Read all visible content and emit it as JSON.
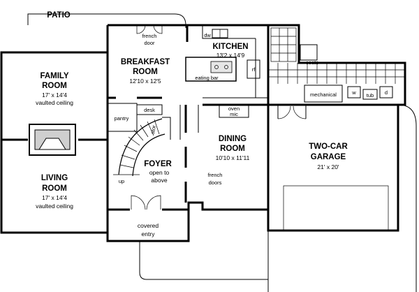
{
  "exterior": {
    "patio": "PATIO",
    "covered_entry": [
      "covered",
      "entry"
    ]
  },
  "rooms": {
    "family": {
      "name": [
        "FAMILY",
        "ROOM"
      ],
      "dims": "17' x 14'4",
      "note": "vaulted ceiling"
    },
    "living": {
      "name": [
        "LIVING",
        "ROOM"
      ],
      "dims": "17' x 14'4",
      "note": "vaulted ceiling"
    },
    "breakfast": {
      "name": [
        "BREAKFAST",
        "ROOM"
      ],
      "dims": "12'10 x 12'5"
    },
    "kitchen": {
      "name": "KITCHEN",
      "dims": "13'2 x 14'9"
    },
    "dining": {
      "name": [
        "DINING",
        "ROOM"
      ],
      "dims": "10'10 x 11'11"
    },
    "foyer": {
      "name": "FOYER",
      "note": [
        "open to",
        "above"
      ]
    },
    "garage": {
      "name": [
        "TWO-CAR",
        "GARAGE"
      ],
      "dims": "21' x 20'"
    }
  },
  "labels": {
    "french_door": [
      "french",
      "door"
    ],
    "french_doors": [
      "french",
      "doors"
    ],
    "pantry": "pantry",
    "desk": "desk",
    "stor": "stor",
    "up": "up",
    "oven_mic": [
      "oven",
      "mic"
    ],
    "eating_bar": "eating bar",
    "dw": "dw",
    "coats": "coats",
    "mechanical": "mechanical",
    "w": "w",
    "d": "d",
    "tub": "tub",
    "rf": "rf"
  }
}
